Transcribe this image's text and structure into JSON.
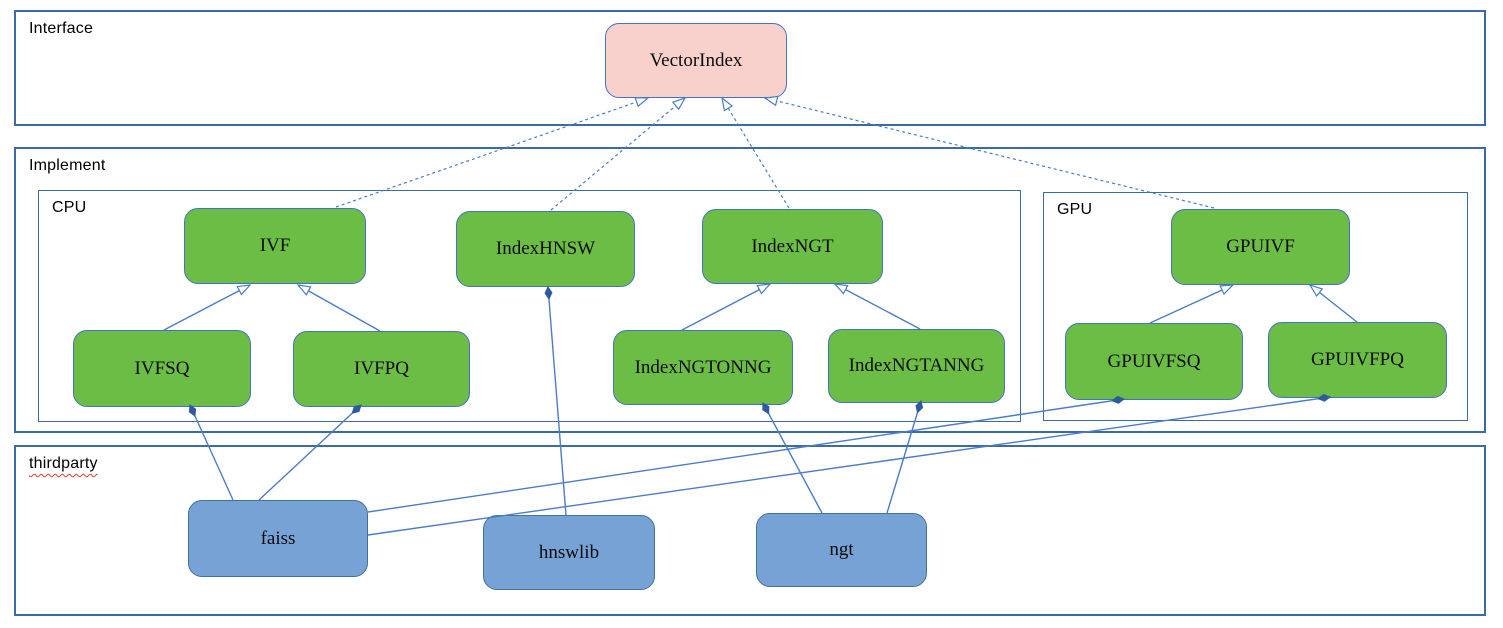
{
  "colors": {
    "container-border": "#3a6ba5",
    "node-border": "#4472c4",
    "blue-node-border": "#41719c",
    "connector": "#4a7cc7",
    "connector-dark": "#2e5b9e",
    "green-fill": "#6cbd45",
    "pink-fill": "#f8d1cd",
    "blue-fill": "#77a2d5",
    "spellcheck-red": "#d23f31"
  },
  "containers": {
    "interface": {
      "label": "Interface"
    },
    "implement": {
      "label": "Implement"
    },
    "cpu": {
      "label": "CPU"
    },
    "gpu": {
      "label": "GPU"
    },
    "thirdparty": {
      "label": "thirdparty"
    }
  },
  "nodes": {
    "vectorindex": {
      "label": "VectorIndex",
      "kind": "interface"
    },
    "ivf": {
      "label": "IVF",
      "kind": "cpu-implementation"
    },
    "indexhnsw": {
      "label": "IndexHNSW",
      "kind": "cpu-implementation"
    },
    "indexngt": {
      "label": "IndexNGT",
      "kind": "cpu-implementation"
    },
    "ivfsq": {
      "label": "IVFSQ",
      "kind": "cpu-implementation"
    },
    "ivfpq": {
      "label": "IVFPQ",
      "kind": "cpu-implementation"
    },
    "indexngtonng": {
      "label": "IndexNGTONNG",
      "kind": "cpu-implementation"
    },
    "indexngtanng": {
      "label": "IndexNGTANNG",
      "kind": "cpu-implementation"
    },
    "gpuivf": {
      "label": "GPUIVF",
      "kind": "gpu-implementation"
    },
    "gpuivfsq": {
      "label": "GPUIVFSQ",
      "kind": "gpu-implementation"
    },
    "gpuivfpq": {
      "label": "GPUIVFPQ",
      "kind": "gpu-implementation"
    },
    "faiss": {
      "label": "faiss",
      "kind": "thirdparty-library"
    },
    "hnswlib": {
      "label": "hnswlib",
      "kind": "thirdparty-library"
    },
    "ngt": {
      "label": "ngt",
      "kind": "thirdparty-library"
    }
  },
  "edges": [
    {
      "from": "ivf",
      "to": "vectorindex",
      "type": "realization-dashed"
    },
    {
      "from": "indexhnsw",
      "to": "vectorindex",
      "type": "realization-dashed"
    },
    {
      "from": "indexngt",
      "to": "vectorindex",
      "type": "realization-dashed"
    },
    {
      "from": "gpuivf",
      "to": "vectorindex",
      "type": "realization-dashed"
    },
    {
      "from": "ivfsq",
      "to": "ivf",
      "type": "generalization"
    },
    {
      "from": "ivfpq",
      "to": "ivf",
      "type": "generalization"
    },
    {
      "from": "indexngtonng",
      "to": "indexngt",
      "type": "generalization"
    },
    {
      "from": "indexngtanng",
      "to": "indexngt",
      "type": "generalization"
    },
    {
      "from": "gpuivfsq",
      "to": "gpuivf",
      "type": "generalization"
    },
    {
      "from": "gpuivfpq",
      "to": "gpuivf",
      "type": "generalization"
    },
    {
      "from": "faiss",
      "to": "ivfsq",
      "type": "composition"
    },
    {
      "from": "faiss",
      "to": "ivfpq",
      "type": "composition"
    },
    {
      "from": "faiss",
      "to": "gpuivfsq",
      "type": "composition"
    },
    {
      "from": "faiss",
      "to": "gpuivfpq",
      "type": "composition"
    },
    {
      "from": "hnswlib",
      "to": "indexhnsw",
      "type": "composition"
    },
    {
      "from": "ngt",
      "to": "indexngtonng",
      "type": "composition"
    },
    {
      "from": "ngt",
      "to": "indexngtanng",
      "type": "composition"
    }
  ]
}
